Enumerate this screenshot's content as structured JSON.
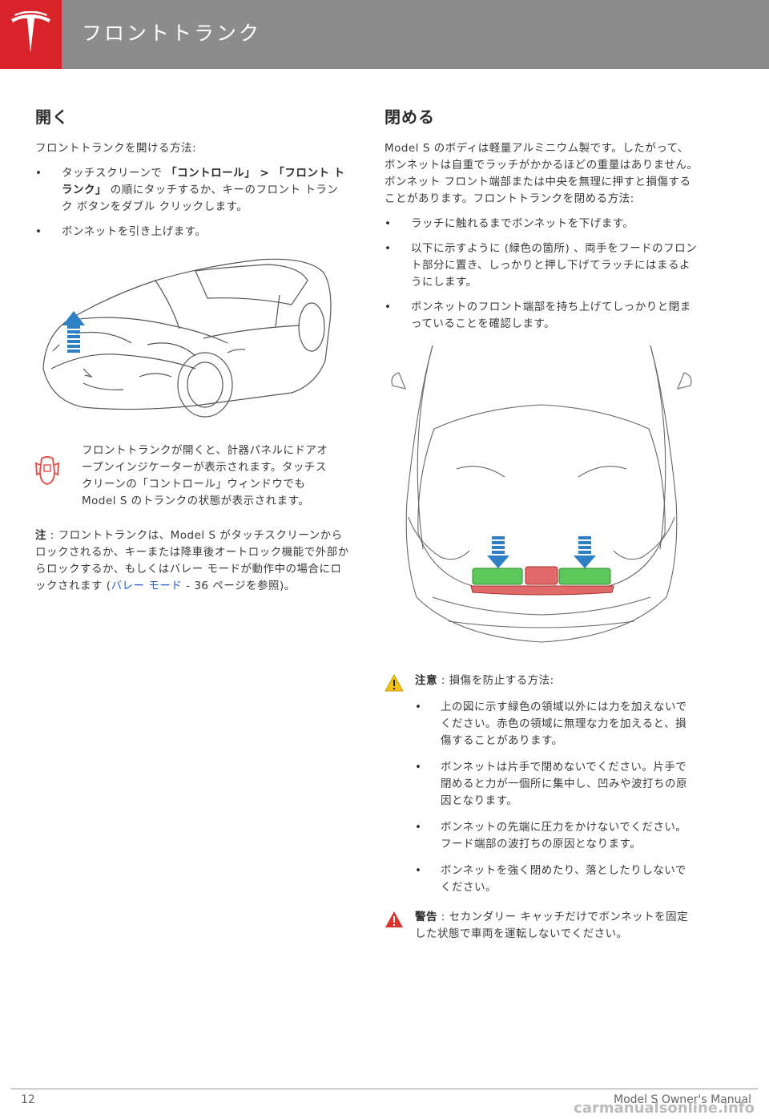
{
  "header": {
    "title": "フロントトランク"
  },
  "open_section": {
    "heading": "開く",
    "intro": "フロントトランクを開ける方法:",
    "bullet1_pre": "タッチスクリーンで",
    "bullet1_bold1": "「コントロール」",
    "bullet1_sep": " > ",
    "bullet1_bold2": "「フロント トランク」",
    "bullet1_post": "の順にタッチするか、キーのフロント トランク ボタンをダブル クリックします。",
    "bullet2": "ボンネットを引き上げます。",
    "indicator_text": "フロントトランクが開くと、計器パネルにドアオープンインジケーターが表示されます。タッチスクリーンの「コントロール」ウィンドウでも Model S のトランクの状態が表示されます。",
    "note_label": "注",
    "note_pre": " : フロントトランクは、Model S がタッチスクリーンからロックされるか、キーまたは降車後オートロック機能で外部からロックするか、もしくはバレー モードが動作中の場合にロックされます (",
    "note_link": "バレー モード",
    "note_post": " - 36 ページを参照)。"
  },
  "close_section": {
    "heading": "閉める",
    "intro": "Model S のボディは軽量アルミニウム製です。したがって、ボンネットは自重でラッチがかかるほどの重量はありません。ボンネット フロント端部または中央を無理に押すと損傷することがあります。フロントトランクを閉める方法:",
    "bullets": [
      "ラッチに触れるまでボンネットを下げます。",
      "以下に示すように (緑色の箇所) 、両手をフードのフロント部分に置き、しっかりと押し下げてラッチにはまるようにします。",
      "ボンネットのフロント端部を持ち上げてしっかりと閉まっていることを確認します。"
    ],
    "caution_label": "注意",
    "caution_intro": " : 損傷を防止する方法:",
    "caution_bullets": [
      "上の図に示す緑色の領域以外には力を加えないでください。赤色の領域に無理な力を加えると、損傷することがあります。",
      "ボンネットは片手で閉めないでください。片手で閉めると力が一個所に集中し、凹みや波打ちの原因となります。",
      "ボンネットの先端に圧力をかけないでください。フード端部の波打ちの原因となります。",
      "ボンネットを強く閉めたり、落としたりしないでください。"
    ],
    "warning_label": "警告",
    "warning_text": " : セカンダリー キャッチだけでボンネットを固定した状態で車両を運転しないでください。"
  },
  "footer": {
    "page_number": "12",
    "manual_name": "Model S Owner's Manual",
    "watermark": "carmanualsonline.info"
  },
  "colors": {
    "header_gray": "#8c8c8c",
    "brand_red": "#d8232a",
    "press_green": "#5cc85c",
    "avoid_red": "#e06a6a",
    "arrow_blue": "#2f7fc4",
    "caution_yellow": "#f2c21b",
    "warning_red": "#d9342b"
  }
}
